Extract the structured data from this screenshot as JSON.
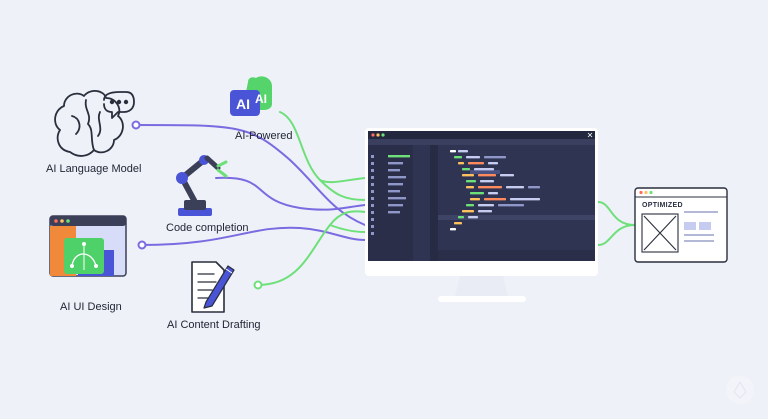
{
  "nodes": {
    "language_model": {
      "label": "AI Language Model",
      "icon": "brain-chat-icon"
    },
    "code_completion": {
      "label": "Code completion",
      "icon": "robot-arm-icon"
    },
    "ui_design": {
      "label": "AI UI Design",
      "icon": "design-window-icon"
    },
    "content_drafting": {
      "label": "AI Content Drafting",
      "icon": "document-pen-icon"
    },
    "ai_powered": {
      "label": "AI-Powered",
      "icon": "ai-badge-icon",
      "badge_text": "AI"
    }
  },
  "output": {
    "title": "OPTIMIZED",
    "icon": "optimized-window-icon"
  },
  "colors": {
    "background": "#eef1f8",
    "purple_line": "#7b6be0",
    "green_line": "#6ee07a",
    "monitor_screen": "#2f3452",
    "monitor_frame": "#ffffff"
  }
}
